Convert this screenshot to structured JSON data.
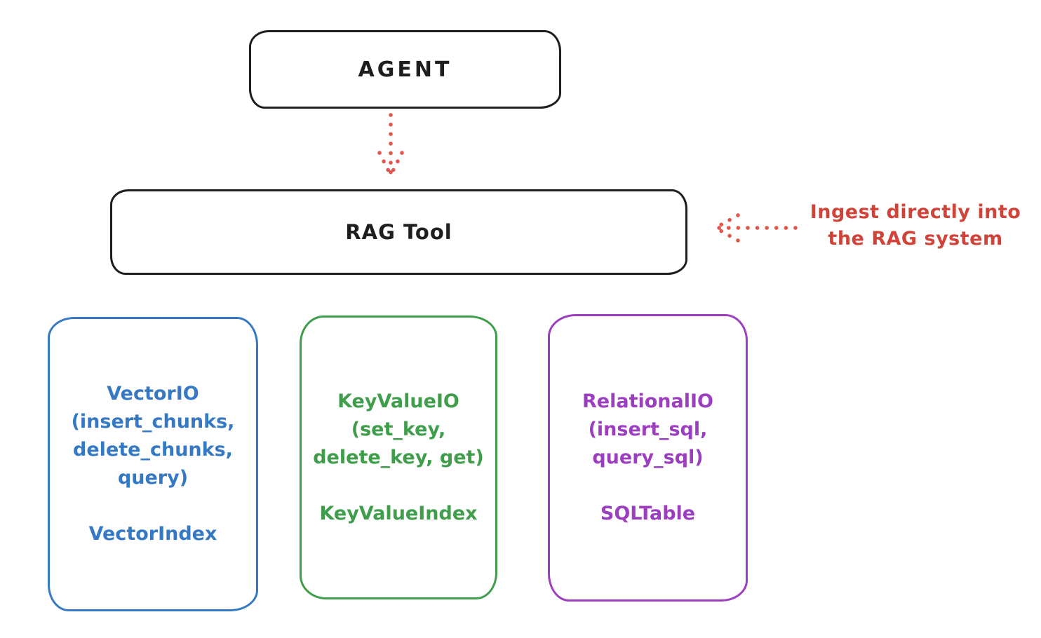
{
  "nodes": {
    "agent": {
      "label": "AGENT"
    },
    "rag_tool": {
      "label": "RAG Tool"
    },
    "vector_io": {
      "lines": [
        "VectorIO",
        "(insert_chunks,",
        "delete_chunks,",
        "query)"
      ],
      "footer": "VectorIndex"
    },
    "key_value_io": {
      "lines": [
        "KeyValueIO",
        "(set_key,",
        "delete_key, get)"
      ],
      "footer": "KeyValueIndex"
    },
    "relational_io": {
      "lines": [
        "RelationalIO",
        "(insert_sql,",
        "query_sql)"
      ],
      "footer": "SQLTable"
    }
  },
  "annotation": {
    "line1": "Ingest directly into",
    "line2": "the RAG system"
  },
  "colors": {
    "stroke_black": "#1e1e1e",
    "arrow_red": "#e0564c",
    "annotation_red": "#cf4338",
    "blue": "#3579c4",
    "green": "#3f9d4b",
    "purple": "#9c3fbf"
  }
}
